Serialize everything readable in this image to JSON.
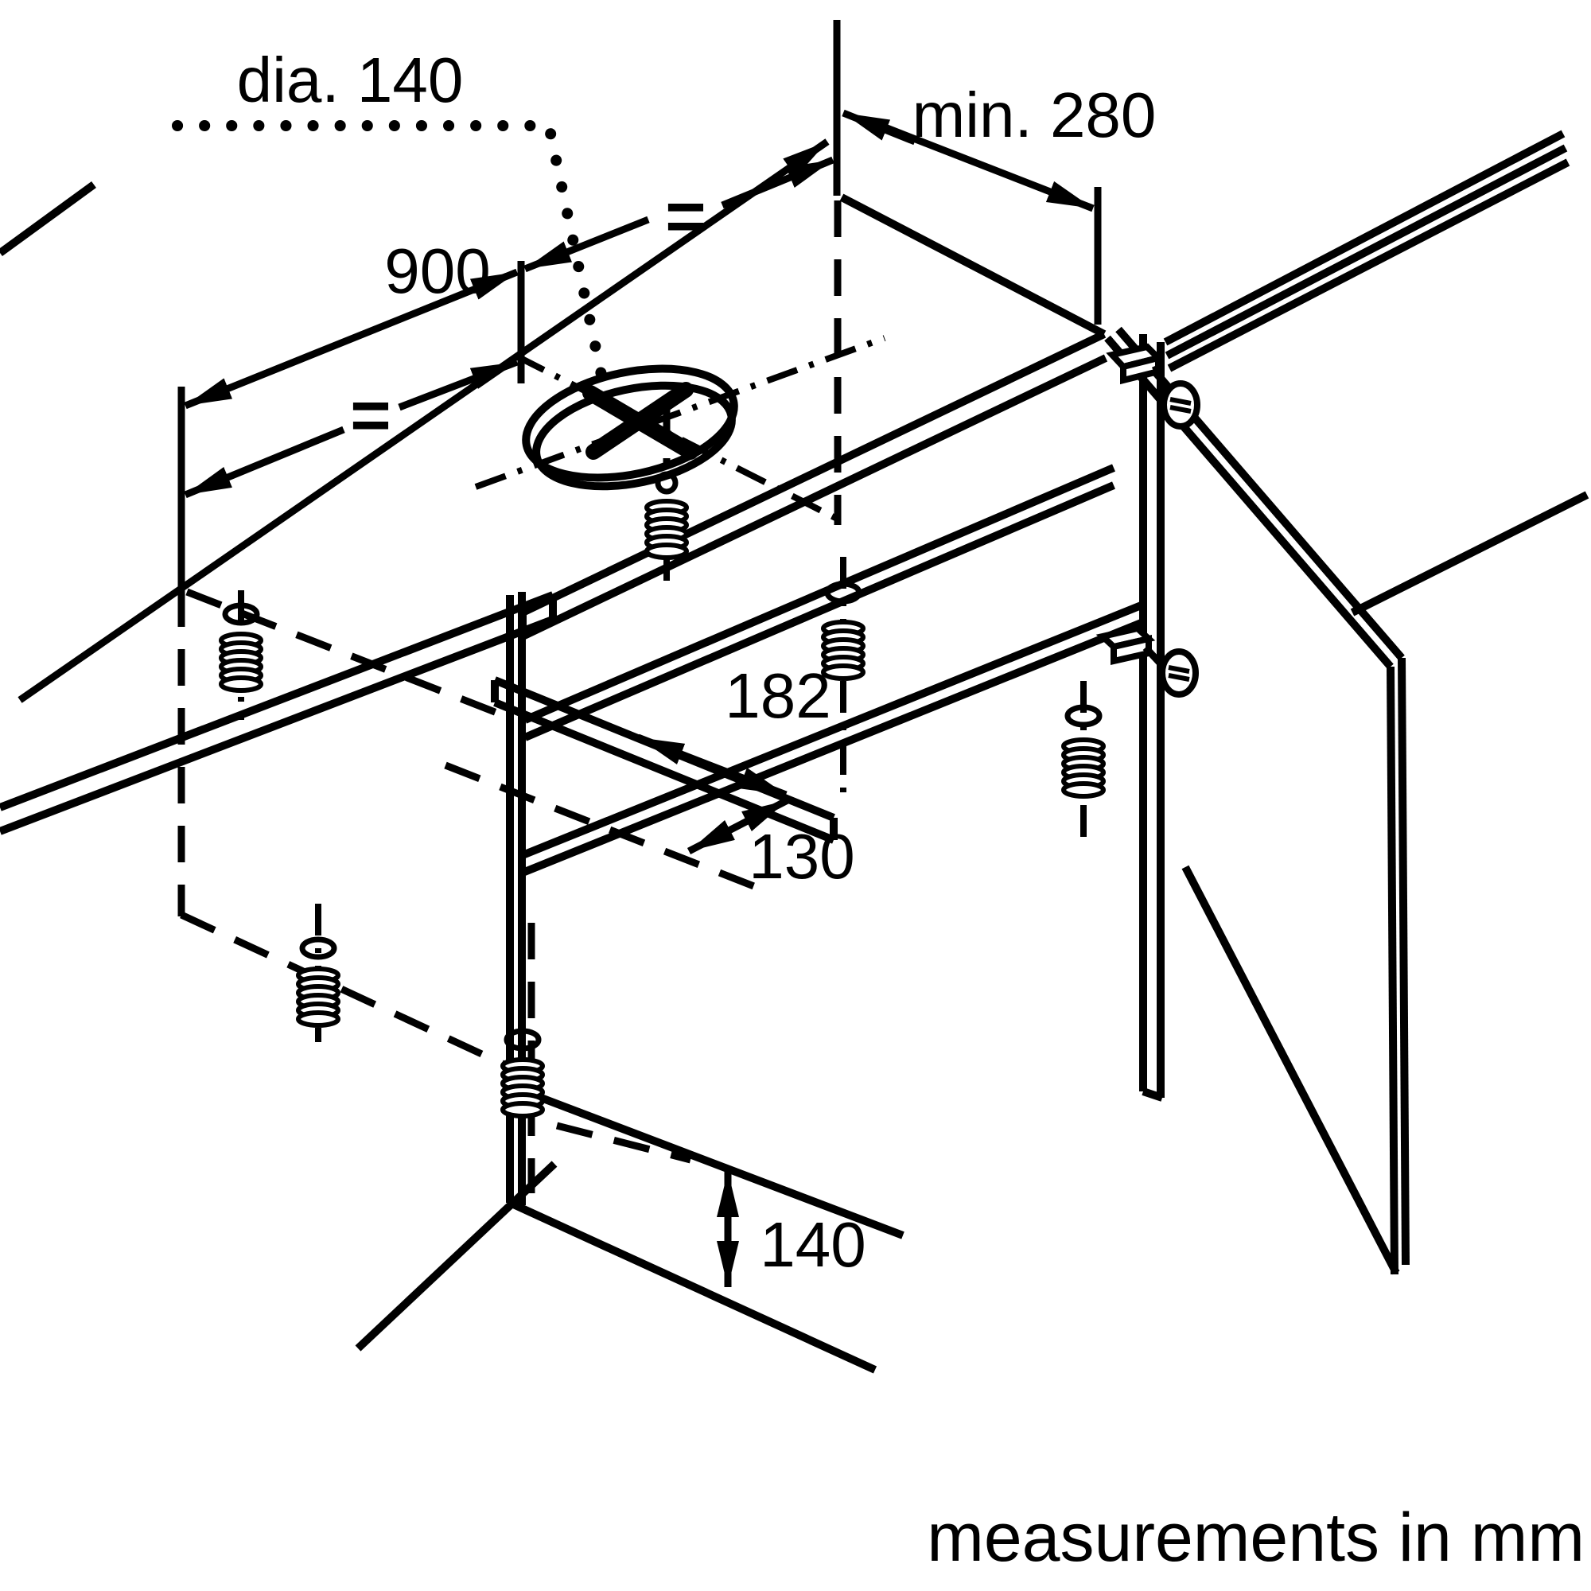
{
  "diagram": {
    "kind": "appliance installation drawing, axonometric cabinet view",
    "labels": {
      "hole_diameter": "dia. 140",
      "min_clearance": "min. 280",
      "cabinet_width": "900",
      "equal_left": "=",
      "equal_right": "=",
      "cutout_width": "182",
      "cutout_depth": "130",
      "front_height": "140",
      "footer": "measurements in mm"
    },
    "dimensions_mm": {
      "hole_diameter": 140,
      "min_clearance": 280,
      "cabinet_width": 900,
      "cutout_width": 182,
      "cutout_depth": 130,
      "front_height": 140
    },
    "colors": {
      "line": "#000000",
      "background": "#ffffff"
    }
  }
}
